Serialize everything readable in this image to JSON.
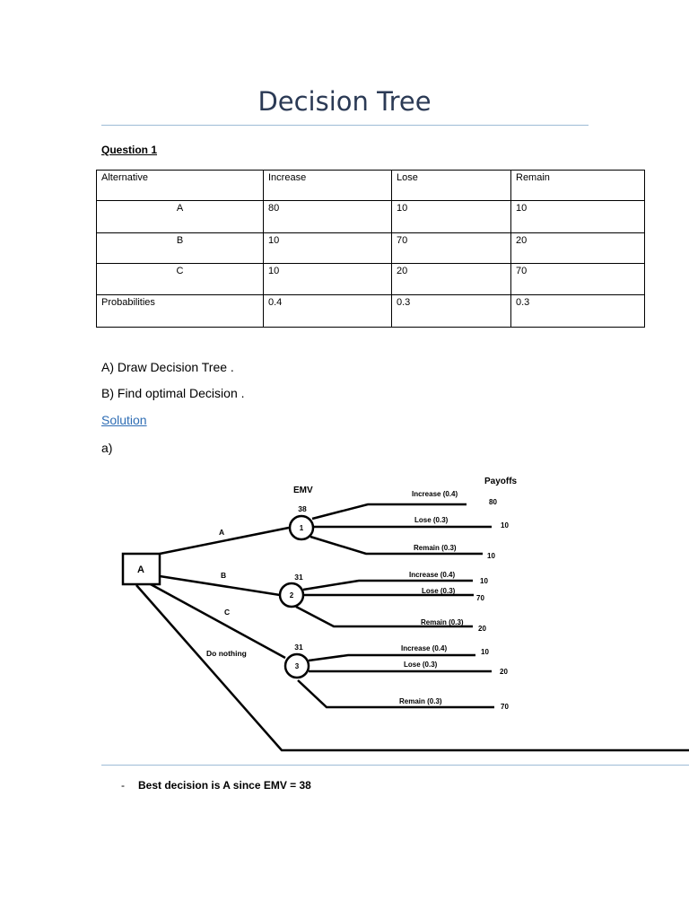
{
  "title": "Decision Tree",
  "question_heading": "Question 1",
  "table": {
    "headers": [
      "Alternative",
      "Increase",
      "Lose",
      "Remain"
    ],
    "rows": [
      [
        "A",
        "80",
        "10",
        "10"
      ],
      [
        "B",
        "10",
        "70",
        "20"
      ],
      [
        "C",
        "10",
        "20",
        "70"
      ],
      [
        "Probabilities",
        "0.4",
        "0.3",
        "0.3"
      ]
    ]
  },
  "tasks": [
    "A) Draw Decision Tree .",
    "B) Find optimal Decision ."
  ],
  "solution_link": "Solution",
  "part_a_label": "a)",
  "tree": {
    "emv_header": "EMV",
    "payoffs_header": "Payoffs",
    "root_label": "A",
    "branch_labels": [
      "A",
      "B",
      "C",
      "Do nothing"
    ],
    "nodes": [
      {
        "id": "1",
        "emv": "38"
      },
      {
        "id": "2",
        "emv": "31"
      },
      {
        "id": "3",
        "emv": "31"
      }
    ],
    "outcomes": [
      {
        "label": "Increase (0.4)",
        "payoff": "80"
      },
      {
        "label": "Lose (0.3)",
        "payoff": "10"
      },
      {
        "label": "Remain (0.3)",
        "payoff": "10"
      },
      {
        "label": "Increase (0.4)",
        "payoff": "10"
      },
      {
        "label": "Lose (0.3)",
        "payoff": "70"
      },
      {
        "label": "Remain (0.3)",
        "payoff": "20"
      },
      {
        "label": "Increase (0.4)",
        "payoff": "10"
      },
      {
        "label": "Lose (0.3)",
        "payoff": "20"
      },
      {
        "label": "Remain (0.3)",
        "payoff": "70"
      }
    ]
  },
  "bullet_dash": "-",
  "conclusion": "Best decision is A since EMV = 38"
}
